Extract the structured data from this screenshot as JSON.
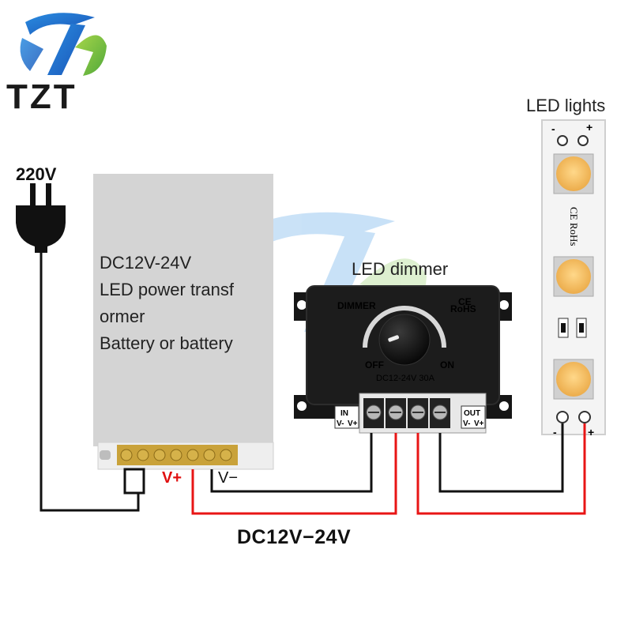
{
  "brand": {
    "name": "TZT"
  },
  "input": {
    "voltage": "220V"
  },
  "power_supply": {
    "lines": [
      "DC12V-24V",
      "LED power transf",
      "ormer",
      "Battery or battery"
    ],
    "vplus": "V+",
    "vminus": "V−"
  },
  "dimmer": {
    "title": "LED dimmer",
    "brand": "DIMMER",
    "ce": "CE",
    "rohs": "RoHS",
    "off": "OFF",
    "on": "ON",
    "rating": "DC12-24V 30A",
    "in": "IN",
    "out": "OUT",
    "vminus": "V-",
    "vplus": "V+"
  },
  "led": {
    "title": "LED lights",
    "strip_mark": "CE RoHs",
    "minus": "-",
    "plus": "+"
  },
  "bottom_label": "DC12V−24V",
  "colors": {
    "wire_black": "#111111",
    "wire_red": "#e81515",
    "psu_body": "#d4d4d4",
    "dimmer_body": "#161616",
    "led_chip": "#f4c26a",
    "brand_blue": "#1e64c8",
    "brand_green": "#7cc242"
  }
}
